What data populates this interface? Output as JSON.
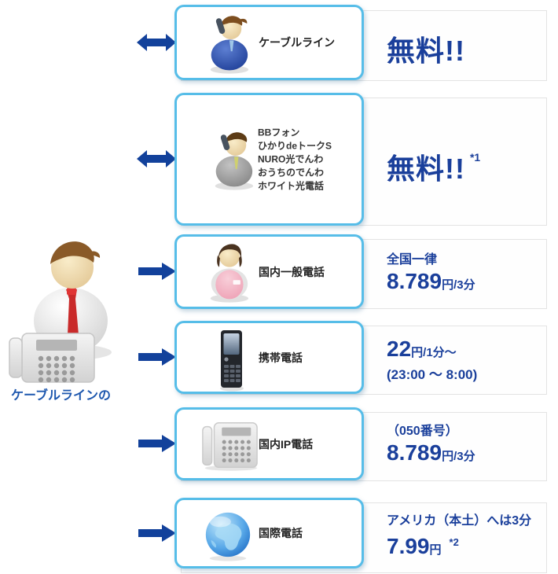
{
  "source": {
    "label": "ケーブルラインの",
    "icon": "person-with-desk-phone"
  },
  "colors": {
    "price_text": "#1a3f9b",
    "arrow_blue": "#12419b",
    "service_box_border": "#56bde8",
    "price_panel_border": "#e3e3e3"
  },
  "rows": [
    {
      "direction": "bidirectional",
      "icon": "person-blue-suit-phone",
      "label": "ケーブルライン",
      "price": {
        "main": "無料!!"
      }
    },
    {
      "direction": "bidirectional",
      "icon": "person-gray-suit-phone",
      "services": [
        "BBフォン",
        "ひかりdeトークS",
        "NURO光でんわ",
        "おうちのでんわ",
        "ホワイト光電話"
      ],
      "price": {
        "main": "無料!!",
        "note": "*1"
      }
    },
    {
      "direction": "outgoing",
      "icon": "person-pink-operator",
      "label": "国内一般電話",
      "price": {
        "pre": "全国一律",
        "big": "8.789",
        "unit": "円/3分"
      }
    },
    {
      "direction": "outgoing",
      "icon": "mobile-phone",
      "label": "携帯電話",
      "price": {
        "big": "22",
        "unit": "円/1分～",
        "sub": "(23:00 ～ 8:00)"
      }
    },
    {
      "direction": "outgoing",
      "icon": "desk-phone",
      "label": "国内IP電話",
      "price": {
        "pre": "（050番号）",
        "big": "8.789",
        "unit": "円/3分"
      }
    },
    {
      "direction": "outgoing",
      "icon": "globe",
      "label": "国際電話",
      "price": {
        "pre": "アメリカ（本土）へは3分",
        "big": "7.99",
        "unit": "円",
        "note": "*2"
      }
    }
  ]
}
